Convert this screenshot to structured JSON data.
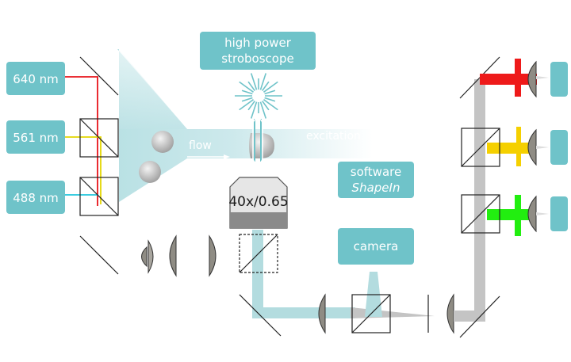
{
  "lasers": [
    {
      "label": "640 nm",
      "beam_color": "#e8141b"
    },
    {
      "label": "561 nm",
      "beam_color": "#e3d600"
    },
    {
      "label": "488 nm",
      "beam_color": "#1fc4dc"
    }
  ],
  "stroboscope": {
    "line1": "high power",
    "line2": "stroboscope"
  },
  "software": {
    "line1": "software",
    "line2": "ShapeIn"
  },
  "camera": {
    "label": "camera"
  },
  "objective": {
    "label": "40x/0.65"
  },
  "channel": {
    "flow_label": "flow",
    "excitation_label": "excitation"
  },
  "detection_filters": [
    {
      "color": "#ee1a1a"
    },
    {
      "color": "#f5d000"
    },
    {
      "color": "#22ee10"
    }
  ],
  "colors": {
    "teal": "#6fc3c9",
    "channel": "#cfe9eb",
    "gray_beam": "#c4c4c4",
    "optic_gray": "#8f8c84"
  }
}
